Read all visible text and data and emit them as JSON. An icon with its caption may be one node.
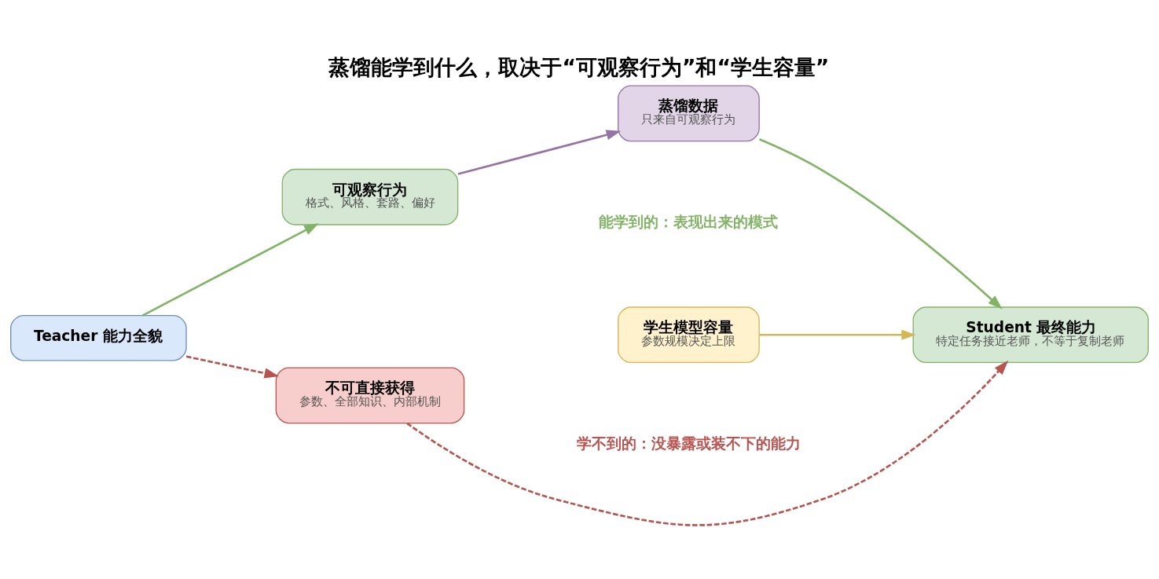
{
  "diagram": {
    "title": "蒸馏能学到什么，取决于“可观察行为”和“学生容量”",
    "nodes": [
      {
        "text": [
          "Teacher 能力全貌"
        ]
      },
      {
        "text": [
          "可观察行为",
          "格式、风格、套路、偏好"
        ]
      },
      {
        "text": [
          "蒸馏数据",
          "只来自可观察行为"
        ]
      },
      {
        "text": [
          "Student 最终能力",
          "特定任务接近老师，不等于复制老师"
        ]
      },
      {
        "text": [
          "不可直接获得",
          "参数、全部知识、内部机制"
        ]
      },
      {
        "text": [
          "学生模型容量",
          "参数规模决定上限"
        ]
      }
    ],
    "edges": [
      {
        "from": 0,
        "to": 1,
        "arrow": "to",
        "color": "#82b366"
      },
      {
        "from": 1,
        "to": 2,
        "arrow": "to",
        "color": "#9673a6"
      },
      {
        "from": 2,
        "to": 3,
        "arrow": "to",
        "color": "#82b366"
      },
      {
        "from": 0,
        "to": 4,
        "arrow": "to",
        "style": "dashed",
        "color": "#b85450"
      },
      {
        "from": 4,
        "to": 3,
        "arrow": "to",
        "style": "dashed",
        "color": "#b85450"
      },
      {
        "from": 5,
        "to": 3,
        "arrow": "to",
        "color": "#d6b656"
      }
    ],
    "labels": [
      "能学到的：表现出来的模式",
      "学不到的：没暴露或装不下的能力"
    ]
  }
}
